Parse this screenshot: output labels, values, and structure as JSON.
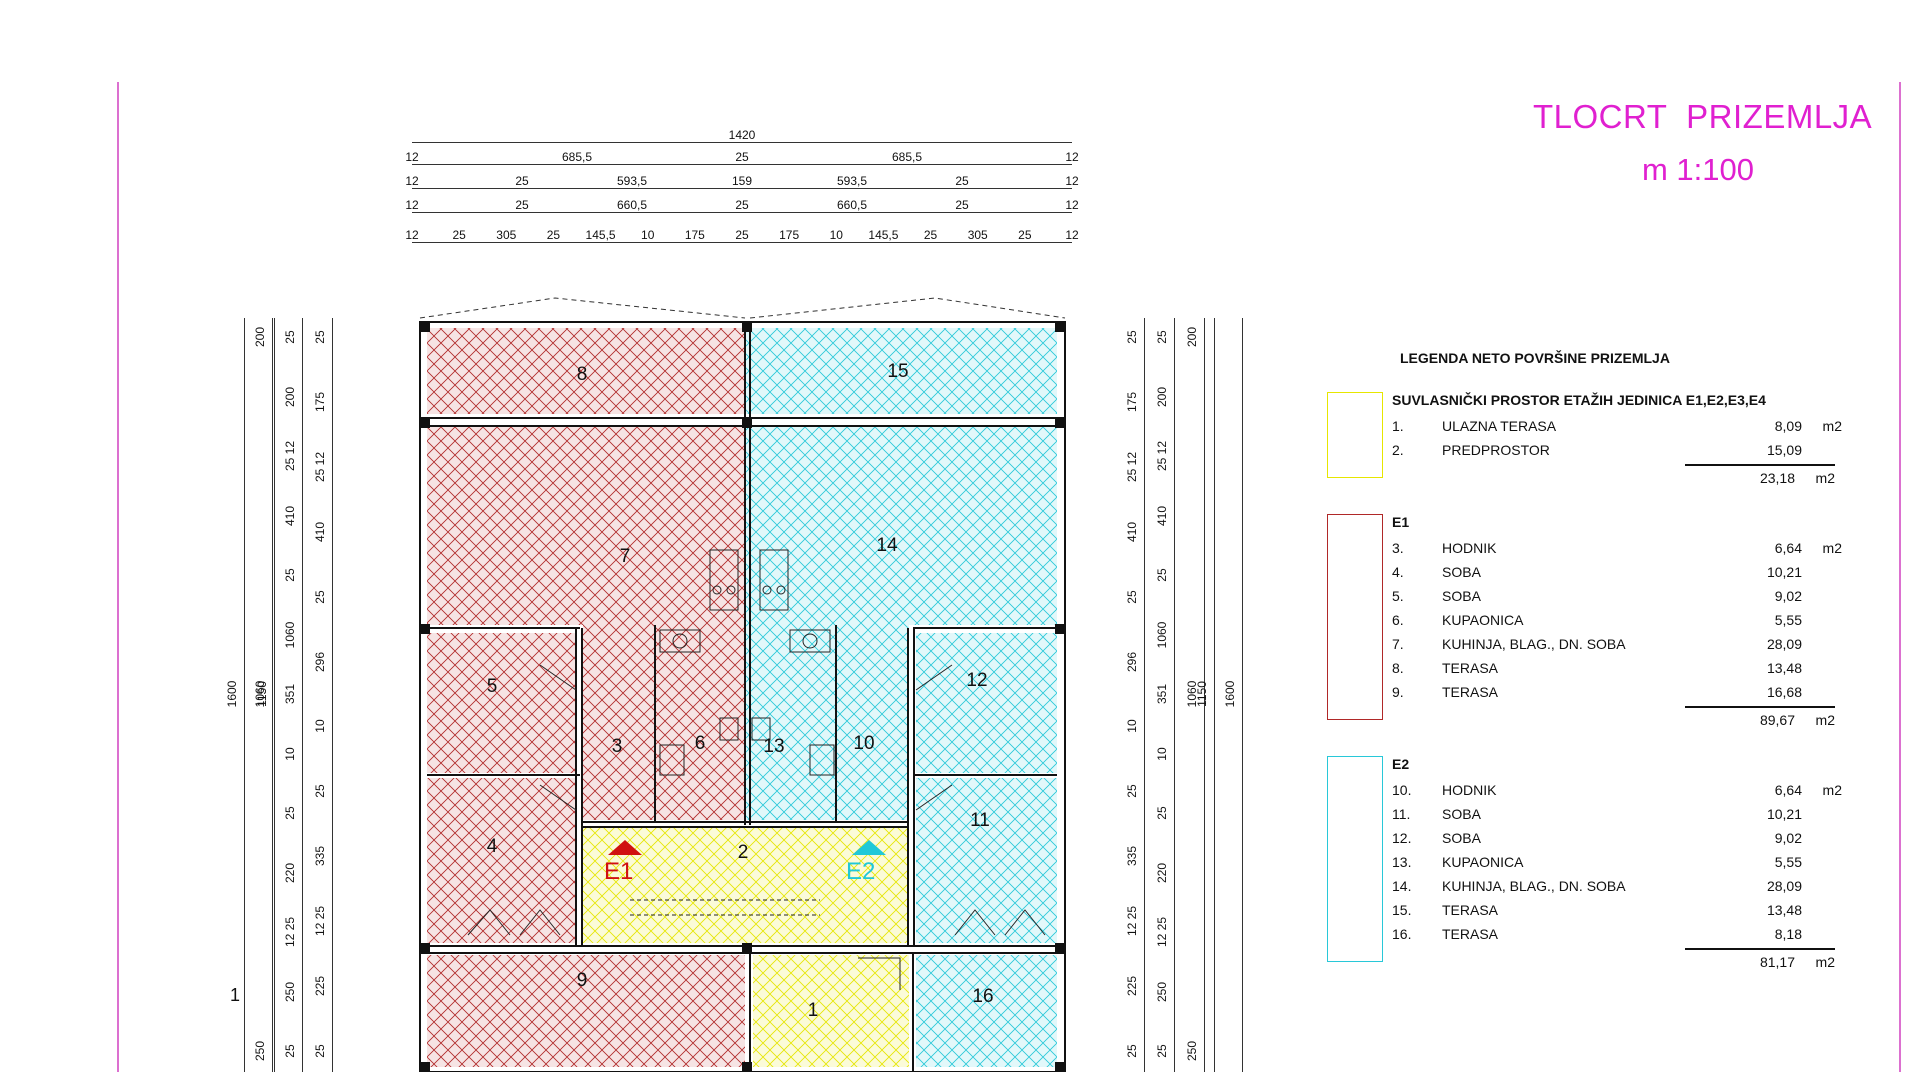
{
  "title": {
    "line1": "TLOCRT  PRIZEMLJA",
    "line2": "m 1:100"
  },
  "colors": {
    "yellow": "#f0f000",
    "red": "#b02020",
    "cyan": "#20d0e0",
    "title": "#e020d0"
  },
  "dimensions": {
    "top": [
      [
        "1420"
      ],
      [
        "12",
        "685,5",
        "25",
        "685,5",
        "12"
      ],
      [
        "12",
        "25",
        "593,5",
        "159",
        "593,5",
        "25",
        "12"
      ],
      [
        "12",
        "25",
        "660,5",
        "25",
        "660,5",
        "25",
        "12"
      ],
      [
        "12",
        "25",
        "305",
        "25",
        "145,5",
        "10",
        "175",
        "25",
        "175",
        "10",
        "145,5",
        "25",
        "305",
        "25",
        "12"
      ]
    ],
    "left_total": "1600",
    "left_inner": "1150",
    "left_side": [
      "200",
      "1060",
      "250"
    ],
    "left_detail": [
      "25",
      "200",
      "25 12",
      "410",
      "25",
      "1060",
      "351",
      "10",
      "25",
      "220",
      "12 25",
      "250",
      "25"
    ],
    "left_fine": [
      "25",
      "175",
      "25 12",
      "410",
      "25",
      "296",
      "10",
      "25",
      "335",
      "12 25",
      "225",
      "25"
    ],
    "right_total": "1600",
    "right_inner": "1150",
    "right_side": [
      "200",
      "1060",
      "250"
    ],
    "left_marker": "1"
  },
  "rooms": [
    {
      "no": "1",
      "zone": "yellow"
    },
    {
      "no": "2",
      "zone": "yellow"
    },
    {
      "no": "3",
      "zone": "red"
    },
    {
      "no": "4",
      "zone": "red"
    },
    {
      "no": "5",
      "zone": "red"
    },
    {
      "no": "6",
      "zone": "red"
    },
    {
      "no": "7",
      "zone": "red"
    },
    {
      "no": "8",
      "zone": "red"
    },
    {
      "no": "9",
      "zone": "red"
    },
    {
      "no": "10",
      "zone": "cyan"
    },
    {
      "no": "11",
      "zone": "cyan"
    },
    {
      "no": "12",
      "zone": "cyan"
    },
    {
      "no": "13",
      "zone": "cyan"
    },
    {
      "no": "14",
      "zone": "cyan"
    },
    {
      "no": "15",
      "zone": "cyan"
    },
    {
      "no": "16",
      "zone": "cyan"
    }
  ],
  "entrances": {
    "e1": "E1",
    "e2": "E2"
  },
  "legend": {
    "heading": "LEGENDA NETO POVRŠINE PRIZEMLJA",
    "groups": [
      {
        "title": "SUVLASNIČKI PROSTOR ETAŽIH JEDINICA E1,E2,E3,E4",
        "rows": [
          {
            "no": "1.",
            "name": "ULAZNA TERASA",
            "area": "8,09",
            "unit": "m2"
          },
          {
            "no": "2.",
            "name": "PREDPROSTOR",
            "area": "15,09",
            "unit": ""
          }
        ],
        "total": "23,18",
        "total_unit": "m2"
      },
      {
        "title": "E1",
        "rows": [
          {
            "no": "3.",
            "name": "HODNIK",
            "area": "6,64",
            "unit": "m2"
          },
          {
            "no": "4.",
            "name": "SOBA",
            "area": "10,21",
            "unit": ""
          },
          {
            "no": "5.",
            "name": "SOBA",
            "area": "9,02",
            "unit": ""
          },
          {
            "no": "6.",
            "name": "KUPAONICA",
            "area": "5,55",
            "unit": ""
          },
          {
            "no": "7.",
            "name": "KUHINJA, BLAG., DN. SOBA",
            "area": "28,09",
            "unit": ""
          },
          {
            "no": "8.",
            "name": "TERASA",
            "area": "13,48",
            "unit": ""
          },
          {
            "no": "9.",
            "name": "TERASA",
            "area": "16,68",
            "unit": ""
          }
        ],
        "total": "89,67",
        "total_unit": "m2"
      },
      {
        "title": "E2",
        "rows": [
          {
            "no": "10.",
            "name": "HODNIK",
            "area": "6,64",
            "unit": "m2"
          },
          {
            "no": "11.",
            "name": "SOBA",
            "area": "10,21",
            "unit": ""
          },
          {
            "no": "12.",
            "name": "SOBA",
            "area": "9,02",
            "unit": ""
          },
          {
            "no": "13.",
            "name": "KUPAONICA",
            "area": "5,55",
            "unit": ""
          },
          {
            "no": "14.",
            "name": "KUHINJA, BLAG., DN. SOBA",
            "area": "28,09",
            "unit": ""
          },
          {
            "no": "15.",
            "name": "TERASA",
            "area": "13,48",
            "unit": ""
          },
          {
            "no": "16.",
            "name": "TERASA",
            "area": "8,18",
            "unit": ""
          }
        ],
        "total": "81,17",
        "total_unit": "m2"
      }
    ]
  }
}
